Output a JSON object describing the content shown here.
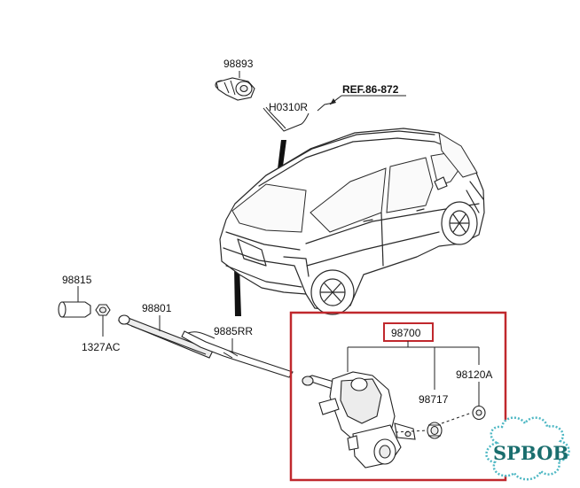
{
  "parts": {
    "p98893": "98893",
    "pH0310R": "H0310R",
    "ref": "REF.86-872",
    "p98815": "98815",
    "p1327AC": "1327AC",
    "p98801": "98801",
    "p9885RR": "9885RR",
    "p98700": "98700",
    "p98717": "98717",
    "p98120A": "98120A"
  },
  "watermark": {
    "text": "SPBOB"
  },
  "colors": {
    "highlight_box": "#c0282d",
    "watermark": "#1a6e6e",
    "watermark_cloud": "#4fb8c4"
  }
}
